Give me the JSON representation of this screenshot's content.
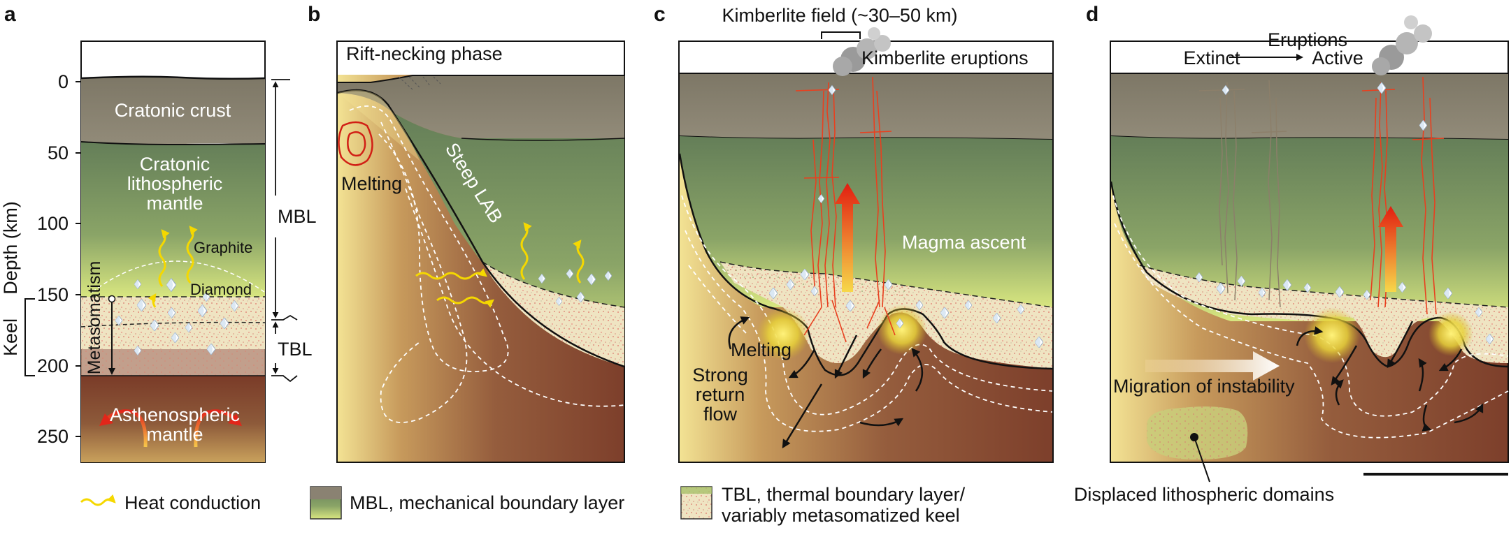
{
  "panels": {
    "a": {
      "label": "a",
      "ticks": [
        "0",
        "50",
        "100",
        "150",
        "200",
        "250"
      ],
      "y_axis_label": "Depth (km)",
      "cratonic_crust": "Cratonic crust",
      "lith_mantle": [
        "Cratonic",
        "lithospheric",
        "mantle"
      ],
      "graphite": "Graphite",
      "diamond": "Diamond",
      "metasomatism": "Metasomatism",
      "keel": "Keel",
      "asth_mantle": [
        "Asthenospheric",
        "mantle"
      ],
      "mbl": "MBL",
      "tbl": "TBL"
    },
    "b": {
      "label": "b",
      "phase": "Rift-necking phase",
      "melting": "Melting",
      "steep_lab": "Steep LAB"
    },
    "c": {
      "label": "c",
      "field": "Kimberlite field (~30–50 km)",
      "eruptions": "Kimberlite eruptions",
      "magma_ascent": "Magma ascent",
      "melting": "Melting",
      "return_flow": [
        "Strong",
        "return",
        "flow"
      ]
    },
    "d": {
      "label": "d",
      "eruptions": "Eruptions",
      "extinct": "Extinct",
      "active": "Active",
      "migration": "Migration of instability",
      "displaced": "Displaced lithospheric domains"
    }
  },
  "legend": {
    "heat": "Heat conduction",
    "mbl": "MBL, mechanical boundary layer",
    "tbl_line1": "TBL, thermal boundary layer/",
    "tbl_line2": "variably metasomatized keel"
  },
  "colors": {
    "crust": "#8a8272",
    "lith_top": "#66805a",
    "lith_bottom": "#d4e27c",
    "tbl": "#efe4c2",
    "asthenosphere": "#7d3f2b",
    "heat_arrow": "#f5d800",
    "dike": "#e8401f",
    "red_arrow": "#e21d10"
  }
}
